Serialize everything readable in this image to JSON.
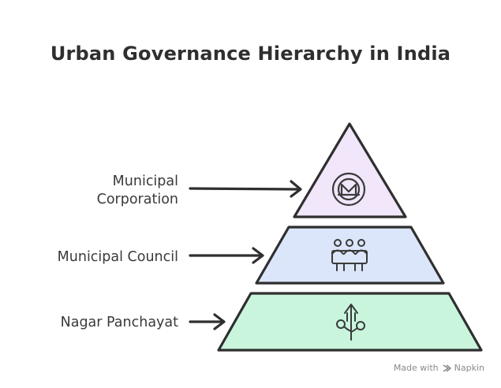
{
  "title": "Urban Governance Hierarchy in India",
  "tiers": [
    {
      "label": "Municipal\nCorporation",
      "icon": "monero-coin-icon",
      "fill": "#f1e6fa"
    },
    {
      "label": "Municipal Council",
      "icon": "council-meeting-icon",
      "fill": "#dbe6fa"
    },
    {
      "label": "Nagar Panchayat",
      "icon": "sprout-growth-icon",
      "fill": "#c9f5dd"
    }
  ],
  "footer": {
    "made_with": "Made with",
    "brand": "Napkin"
  }
}
